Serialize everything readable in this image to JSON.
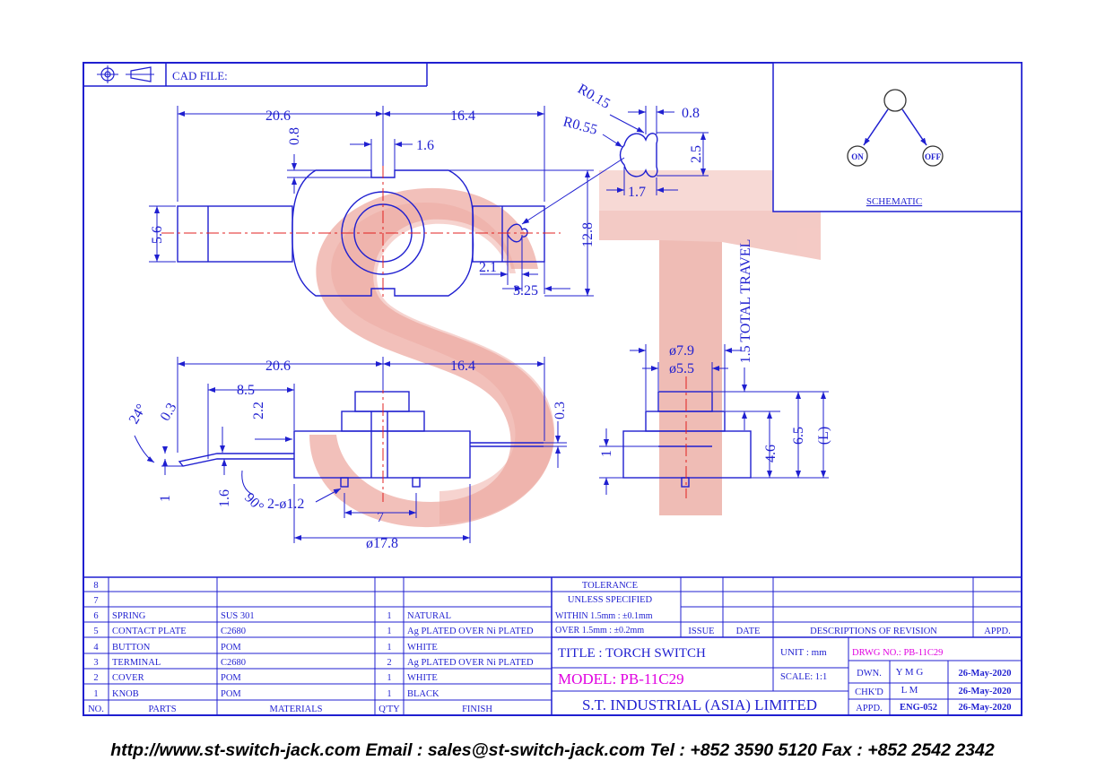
{
  "colors": {
    "ink": "#1f1fd0",
    "magenta": "#e000e0",
    "watermark": "#f2c1bb",
    "center": "#e02020"
  },
  "header": {
    "cad_label": "CAD FILE:"
  },
  "schematic": {
    "title": "SCHEMATIC",
    "on": "ON",
    "off": "OFF"
  },
  "top_view": {
    "d_left": "20.6",
    "d_right": "16.4",
    "d_slot_depth": "0.8",
    "d_slot_width": "1.6",
    "d_height": "5.6",
    "d_width": "12.8",
    "d_2_1": "2.1",
    "d_3_25": "3.25",
    "r1": "R0.15",
    "r2": "R0.55",
    "d_tip": "0.8",
    "d_tip_h": "2.5",
    "d_tip_w": "1.7"
  },
  "side_view": {
    "d_left": "20.6",
    "d_right": "16.4",
    "d_8_5": "8.5",
    "d_2_2": "2.2",
    "d_0_3": "0.3",
    "angle": "24°",
    "d_0_3b": "0.3",
    "d_1": "1",
    "d_1_6": "1.6",
    "angle90": "90°",
    "d_pins": "2-ø1.2",
    "d_7": "7",
    "d_17_8": "ø17.8"
  },
  "end_view": {
    "d_7_9": "ø7.9",
    "d_5_5": "ø5.5",
    "travel": "1.5 TOTAL TRAVEL",
    "d_1": "1",
    "d_4_6": "4.6",
    "d_6_5": "6.5",
    "d_L": "(L)"
  },
  "bom": {
    "rows": [
      {
        "no": "8",
        "part": "",
        "material": "",
        "qty": "",
        "finish": ""
      },
      {
        "no": "7",
        "part": "",
        "material": "",
        "qty": "",
        "finish": ""
      },
      {
        "no": "6",
        "part": "SPRING",
        "material": "SUS 301",
        "qty": "1",
        "finish": "NATURAL"
      },
      {
        "no": "5",
        "part": "CONTACT PLATE",
        "material": "C2680",
        "qty": "1",
        "finish": "Ag PLATED OVER Ni PLATED"
      },
      {
        "no": "4",
        "part": "BUTTON",
        "material": "POM",
        "qty": "1",
        "finish": "WHITE"
      },
      {
        "no": "3",
        "part": "TERMINAL",
        "material": "C2680",
        "qty": "2",
        "finish": "Ag PLATED OVER Ni PLATED"
      },
      {
        "no": "2",
        "part": "COVER",
        "material": "POM",
        "qty": "1",
        "finish": "WHITE"
      },
      {
        "no": "1",
        "part": "KNOB",
        "material": "POM",
        "qty": "1",
        "finish": "BLACK"
      }
    ],
    "header": {
      "no": "NO.",
      "parts": "PARTS",
      "materials": "MATERIALS",
      "qty": "Q'TY",
      "finish": "FINISH"
    }
  },
  "title_block": {
    "tol1": "TOLERANCE",
    "tol2": "UNLESS   SPECIFIED",
    "within": "WITHIN  1.5mm : ±0.1mm",
    "over": "OVER   1.5mm : ±0.2mm",
    "issue": "ISSUE",
    "date": "DATE",
    "desc": "DESCRIPTIONS OF REVISION",
    "appd": "APPD.",
    "title": "TITLE : TORCH SWITCH",
    "unit": "UNIT :  mm",
    "drwg": "DRWG NO.: PB-11C29",
    "model": "MODEL: PB-11C29",
    "scale": "SCALE:  1:1",
    "company": "S.T.  INDUSTRIAL  (ASIA)  LIMITED",
    "dwn_label": "DWN.",
    "dwn_name": "Y M G",
    "dwn_date": "26-May-2020",
    "chkd_label": "CHK'D",
    "chkd_name": "L M",
    "chkd_date": "26-May-2020",
    "appd_label": "APPD.",
    "appd_name": "ENG-052",
    "appd_date": "26-May-2020"
  },
  "footer": "http://www.st-switch-jack.com  Email : sales@st-switch-jack.com  Tel : +852 3590 5120  Fax : +852 2542 2342"
}
